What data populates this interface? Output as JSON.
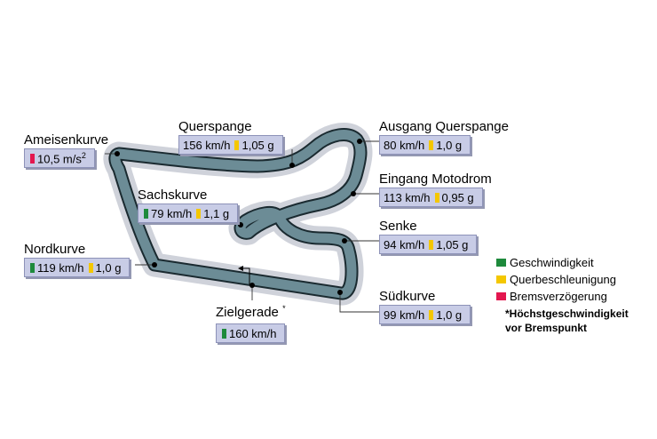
{
  "colors": {
    "speed": "#1e8a3c",
    "lateral": "#f4c700",
    "braking": "#e3174f",
    "track": "#6c8c96",
    "track_edge": "#1a2a30",
    "halo": "#cfd2da",
    "label_box": "#c8cce6"
  },
  "corners": {
    "ameisenkurve": {
      "name": "Ameisenkurve",
      "braking": "10,5 m/s",
      "braking_exp": "2"
    },
    "querspange": {
      "name": "Querspange",
      "speed": "156 km/h",
      "lateral": "1,05 g"
    },
    "ausgang_querspange": {
      "name": "Ausgang Querspange",
      "speed": "80 km/h",
      "lateral": "1,0 g"
    },
    "eingang_motodrom": {
      "name": "Eingang Motodrom",
      "speed": "113 km/h",
      "lateral": "0,95 g"
    },
    "sachskurve": {
      "name": "Sachskurve",
      "speed": "79 km/h",
      "lateral": "1,1 g"
    },
    "senke": {
      "name": "Senke",
      "speed": "94 km/h",
      "lateral": "1,05 g"
    },
    "nordkurve": {
      "name": "Nordkurve",
      "speed": "119 km/h",
      "lateral": "1,0 g"
    },
    "suedkurve": {
      "name": "Südkurve",
      "speed": "99 km/h",
      "lateral": "1,0 g"
    },
    "zielgerade": {
      "name": "Zielgerade",
      "asterisk": "*",
      "speed": "160 km/h"
    }
  },
  "legend": {
    "speed": "Geschwindigkeit",
    "lateral": "Querbeschleunigung",
    "braking": "Bremsverzögerung",
    "note_line1": "*Höchstgeschwindigkeit",
    "note_line2": "vor Bremspunkt"
  }
}
